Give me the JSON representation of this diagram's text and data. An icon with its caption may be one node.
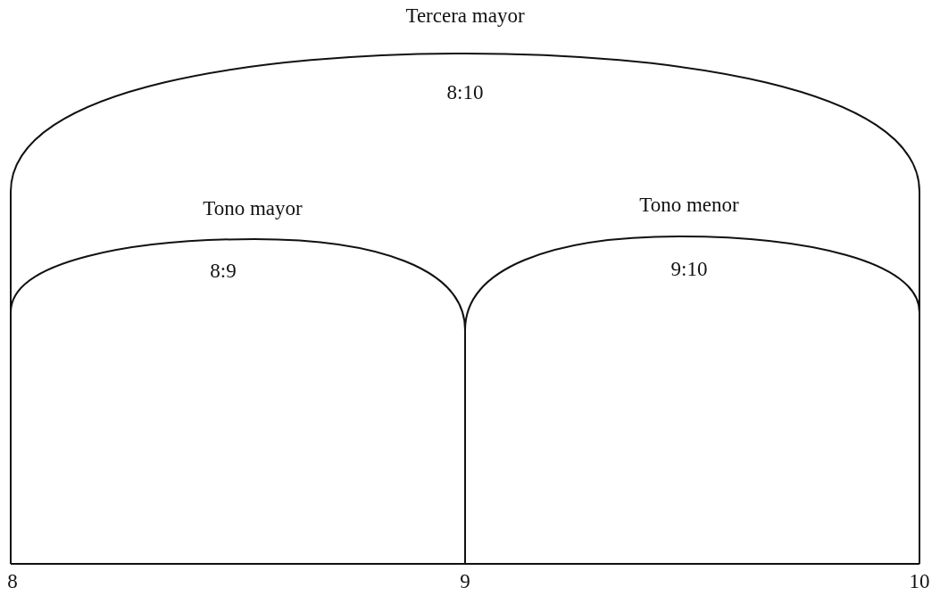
{
  "diagram": {
    "labels": [
      "Tercera mayor",
      "8:10",
      "Tono mayor",
      "Tono menor",
      "8:9",
      "9:10",
      "8",
      "9",
      "10"
    ]
  }
}
